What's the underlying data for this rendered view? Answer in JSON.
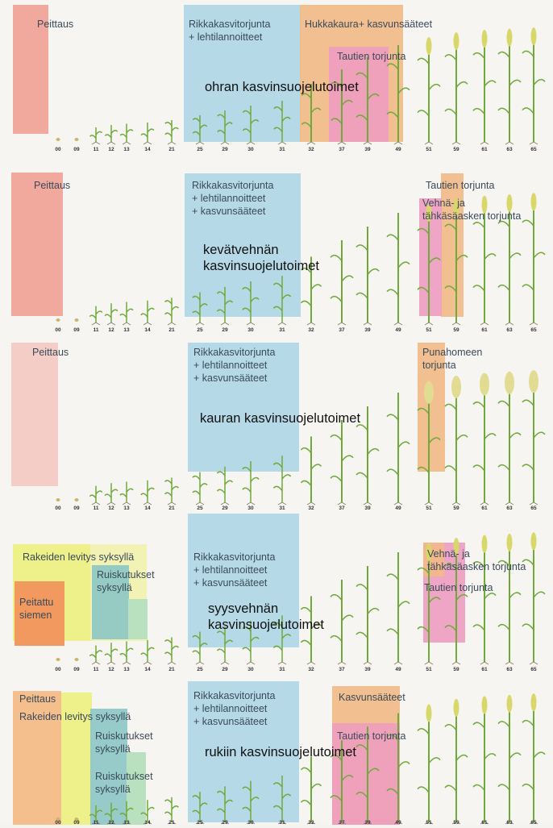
{
  "growth_stages": [
    "00",
    "09",
    "11",
    "12",
    "13",
    "14",
    "21",
    "25",
    "29",
    "30",
    "31",
    "32",
    "37",
    "39",
    "49",
    "51",
    "59",
    "61",
    "63",
    "65"
  ],
  "colors": {
    "seed_treatment": "#f0a99c",
    "herbicide": "#a9d4e4",
    "orange_band": "#f2b985",
    "pink_band": "#ee9cc0",
    "yellow_band": "#eef08a",
    "teal_band": "#8cc7c4",
    "plant_green": "#6faa3b",
    "ear_yellow": "#d8d86a"
  },
  "panels": [
    {
      "seed_treatment": "Peittaus",
      "herbicide_l1": "Rikkakasvitorjunta",
      "herbicide_l2": "+ lehtilannoitteet",
      "wild_oat": "Hukkakaura+ kasvunsääteet",
      "disease": "Tautien torjunta",
      "title": "ohran kasvinsuojelutoimet"
    },
    {
      "seed_treatment": "Peittaus",
      "herbicide_l1": "Rikkakasvitorjunta",
      "herbicide_l2": "+ lehtilannoitteet",
      "herbicide_l3": "+ kasvunsääteet",
      "disease": "Tautien torjunta",
      "leafspot_l1": "Vehnä- ja",
      "leafspot_l2": "tähkäsäasken torjunta",
      "title_l1": "kevätvehnän",
      "title_l2": "kasvinsuojelutoimet"
    },
    {
      "seed_treatment": "Peittaus",
      "herbicide_l1": "Rikkakasvitorjunta",
      "herbicide_l2": "+ lehtilannoitteet",
      "herbicide_l3": "+ kasvunsääteet",
      "fusarium_l1": "Punahomeen",
      "fusarium_l2": "torjunta",
      "title": "kauran kasvinsuojelutoimet"
    },
    {
      "granule_autumn": "Rakeiden levitys syksyllä",
      "spray_l1": "Ruiskutukset",
      "spray_l2": "syksyllä",
      "seed_l1": "Peitattu",
      "seed_l2": "siemen",
      "herbicide_l1": "Rikkakasvitorjunta",
      "herbicide_l2": "+ lehtilannoitteet",
      "herbicide_l3": "+ kasvunsääteet",
      "leafspot_l1": "Vehnä- ja",
      "leafspot_l2": "tähkäsäasken torjunta",
      "disease": "Tautien torjunta",
      "title_l1": "syysvehnän",
      "title_l2": "kasvinsuojelutoimet"
    },
    {
      "seed_treatment": "Peittaus",
      "granule_autumn": "Rakeiden levitys syksyllä",
      "spray_a_l1": "Ruiskutukset",
      "spray_a_l2": "syksyllä",
      "spray_b_l1": "Ruiskutukset",
      "spray_b_l2": "syksyllä",
      "herbicide_l1": "Rikkakasvitorjunta",
      "herbicide_l2": "+ lehtilannoitteet",
      "herbicide_l3": "+ kasvunsääteet",
      "regulator": "Kasvunsääteet",
      "disease": "Tautien torjunta",
      "title": "rukiin kasvinsuojelutoimet"
    }
  ]
}
